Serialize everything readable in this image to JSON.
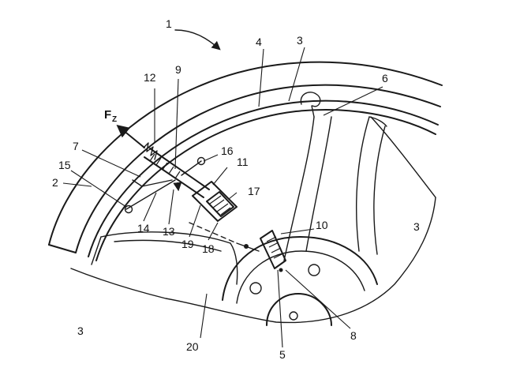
{
  "labels": {
    "l1": "1",
    "l2": "2",
    "l3a": "3",
    "l3b": "3",
    "l3c": "3",
    "l4": "4",
    "l5": "5",
    "l6": "6",
    "l7": "7",
    "l8": "8",
    "l9": "9",
    "l10": "10",
    "l11": "11",
    "l12": "12",
    "l13": "13",
    "l14": "14",
    "l15": "15",
    "l16": "16",
    "l17": "17",
    "l18": "18",
    "l19": "19",
    "l20": "20",
    "force_main": "F",
    "force_sub": "Z"
  }
}
